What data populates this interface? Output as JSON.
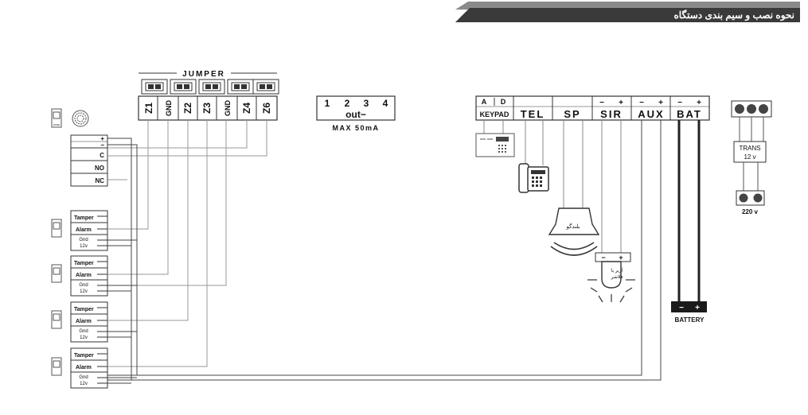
{
  "header": {
    "title": "نحوه نصب و سیم بندی دستگاه"
  },
  "jumper": {
    "label": "JUMPER"
  },
  "zone_terminals": [
    "Z1",
    "GND",
    "Z2",
    "Z3",
    "GND",
    "Z4",
    "Z6"
  ],
  "output_block": {
    "numbers": [
      "1",
      "2",
      "3",
      "4"
    ],
    "label": "out−",
    "limit": "MAX 50mA"
  },
  "keypad": {
    "pins": [
      "A",
      "D"
    ],
    "label": "KEYPAD"
  },
  "tel": {
    "label": "TEL"
  },
  "sp": {
    "label": "SP",
    "speaker_label": "بلندگو"
  },
  "sir": {
    "label": "SIR",
    "pins": [
      "−",
      "+"
    ],
    "siren_label_1": "آژیر یا",
    "siren_label_2": "فلاشر"
  },
  "aux": {
    "label": "AUX",
    "pins": [
      "−",
      "+"
    ]
  },
  "bat": {
    "label": "BAT",
    "pins": [
      "−",
      "+"
    ]
  },
  "battery": {
    "label": "BATTERY",
    "pins": [
      "−",
      "+"
    ]
  },
  "transformer": {
    "line1": "TRANS",
    "line2": "12 v",
    "mains": "220 v"
  },
  "relay_block": {
    "rows": [
      "+",
      "−",
      "C",
      "NO",
      "NC"
    ]
  },
  "sensor": {
    "rows": [
      "Tamper",
      "Alarm",
      "Gnd",
      "12v"
    ],
    "zone_tag": "ZONE"
  }
}
